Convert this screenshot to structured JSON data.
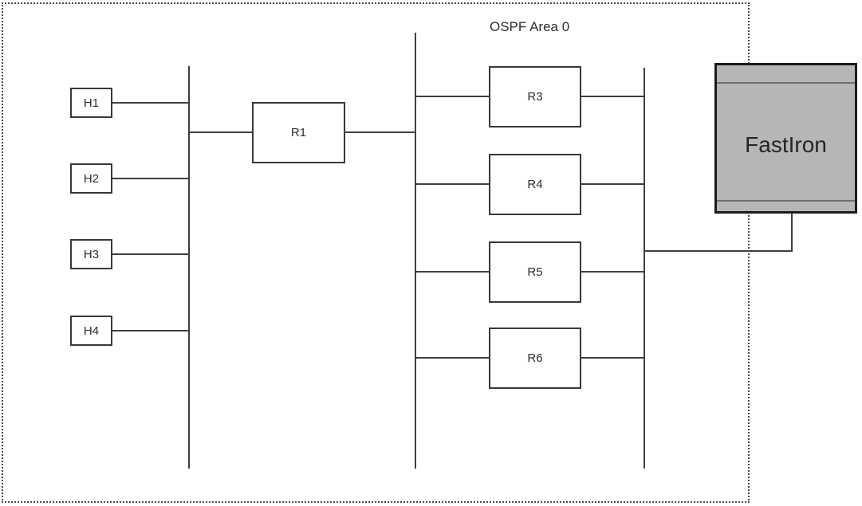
{
  "diagram": {
    "area_label": "OSPF Area 0",
    "hosts": [
      {
        "id": "h1",
        "label": "H1"
      },
      {
        "id": "h2",
        "label": "H2"
      },
      {
        "id": "h3",
        "label": "H3"
      },
      {
        "id": "h4",
        "label": "H4"
      }
    ],
    "routers": [
      {
        "id": "r1",
        "label": "R1"
      },
      {
        "id": "r3",
        "label": "R3"
      },
      {
        "id": "r4",
        "label": "R4"
      },
      {
        "id": "r5",
        "label": "R5"
      },
      {
        "id": "r6",
        "label": "R6"
      }
    ],
    "switch": {
      "label": "FastIron"
    }
  },
  "colors": {
    "line": "#3f3f3f",
    "box-border": "#383838",
    "box-fill": "#ffffff",
    "text": "#2e2e2e",
    "boundary": "#4a4a4a",
    "switch-fill": "#b4b6b8",
    "switch-border": "#1f181a",
    "switch-inner": "#6e7070"
  }
}
